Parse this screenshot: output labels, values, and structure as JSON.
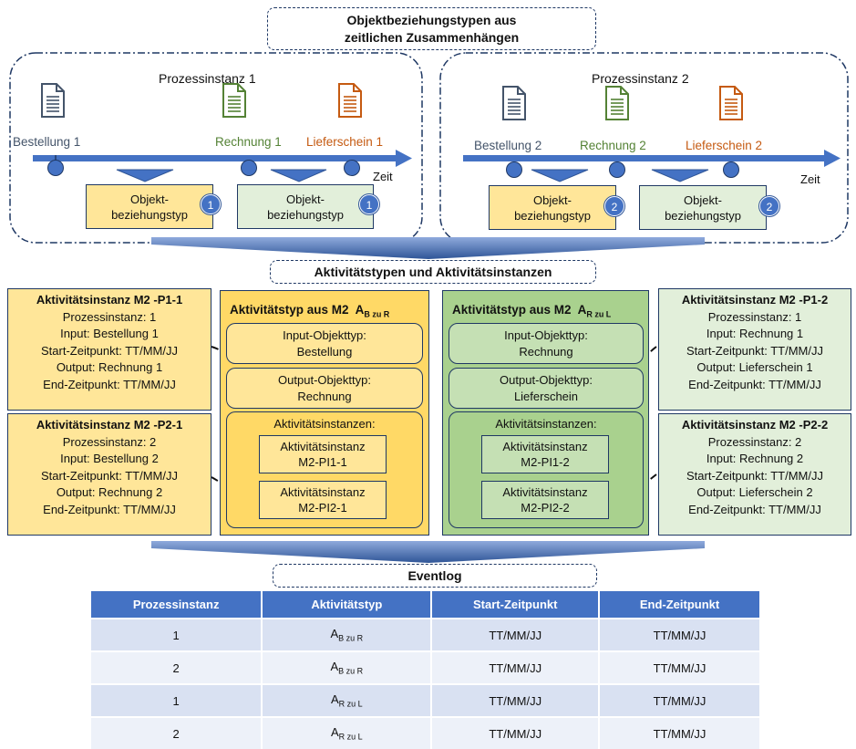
{
  "top_title": {
    "line1": "Objektbeziehungstypen aus",
    "line2": "zeitlichen Zusammenhängen"
  },
  "colors": {
    "blue": "#4472c4",
    "navy": "#1f3864",
    "doc_blue": "#44546a",
    "doc_green": "#548235",
    "doc_orange": "#c55a11",
    "yellow": "#ffe699",
    "green_light": "#e2efda",
    "green_mid": "#a9d18e"
  },
  "pi1": {
    "label": "Prozessinstanz 1",
    "doc1": "Bestellung 1",
    "doc2": "Rechnung 1",
    "doc3": "Lieferschein 1",
    "zeit": "Zeit",
    "box1": {
      "l1": "Objekt-",
      "l2": "beziehungstyp",
      "badge": "1"
    },
    "box2": {
      "l1": "Objekt-",
      "l2": "beziehungstyp",
      "badge": "1"
    }
  },
  "pi2": {
    "label": "Prozessinstanz 2",
    "doc1": "Bestellung 2",
    "doc2": "Rechnung 2",
    "doc3": "Lieferschein 2",
    "zeit": "Zeit",
    "box1": {
      "l1": "Objekt-",
      "l2": "beziehungstyp",
      "badge": "2"
    },
    "box2": {
      "l1": "Objekt-",
      "l2": "beziehungstyp",
      "badge": "2"
    }
  },
  "mid_title": "Aktivitätstypen und Aktivitätsinstanzen",
  "inst_left_1": {
    "title": "Aktivitätsinstanz M2 -P1-1",
    "l1": "Prozessinstanz: 1",
    "l2": "Input: Bestellung 1",
    "l3": "Start-Zeitpunkt: TT/MM/JJ",
    "l4": "Output: Rechnung 1",
    "l5": "End-Zeitpunkt: TT/MM/JJ"
  },
  "inst_left_2": {
    "title": "Aktivitätsinstanz M2 -P2-1",
    "l1": "Prozessinstanz: 2",
    "l2": "Input: Bestellung 2",
    "l3": "Start-Zeitpunkt: TT/MM/JJ",
    "l4": "Output: Rechnung 2",
    "l5": "End-Zeitpunkt: TT/MM/JJ"
  },
  "inst_right_1": {
    "title": "Aktivitätsinstanz M2 -P1-2",
    "l1": "Prozessinstanz: 1",
    "l2": "Input: Rechnung 1",
    "l3": "Start-Zeitpunkt: TT/MM/JJ",
    "l4": "Output: Lieferschein 1",
    "l5": "End-Zeitpunkt: TT/MM/JJ"
  },
  "inst_right_2": {
    "title": "Aktivitätsinstanz M2 -P2-2",
    "l1": "Prozessinstanz: 2",
    "l2": "Input: Rechnung 2",
    "l3": "Start-Zeitpunkt: TT/MM/JJ",
    "l4": "Output: Lieferschein 2",
    "l5": "End-Zeitpunkt: TT/MM/JJ"
  },
  "type_left": {
    "title": "Aktivitätstyp aus M2",
    "a": "A",
    "sub": "B zu R",
    "input_l1": "Input-Objekttyp:",
    "input_l2": "Bestellung",
    "output_l1": "Output-Objekttyp:",
    "output_l2": "Rechnung",
    "inst_label": "Aktivitätsinstanzen:",
    "i1_l1": "Aktivitätsinstanz",
    "i1_l2": "M2-PI1-1",
    "i2_l1": "Aktivitätsinstanz",
    "i2_l2": "M2-PI2-1"
  },
  "type_right": {
    "title": "Aktivitätstyp aus M2",
    "a": "A",
    "sub": "R zu L",
    "input_l1": "Input-Objekttyp:",
    "input_l2": "Rechnung",
    "output_l1": "Output-Objekttyp:",
    "output_l2": "Lieferschein",
    "inst_label": "Aktivitätsinstanzen:",
    "i1_l1": "Aktivitätsinstanz",
    "i1_l2": "M2-PI1-2",
    "i2_l1": "Aktivitätsinstanz",
    "i2_l2": "M2-PI2-2"
  },
  "eventlog_title": "Eventlog",
  "table": {
    "headers": [
      "Prozessinstanz",
      "Aktivitätstyp",
      "Start-Zeitpunkt",
      "End-Zeitpunkt"
    ],
    "rows": [
      {
        "pi": "1",
        "a": "A",
        "sub": "B zu R",
        "start": "TT/MM/JJ",
        "end": "TT/MM/JJ"
      },
      {
        "pi": "2",
        "a": "A",
        "sub": "B zu R",
        "start": "TT/MM/JJ",
        "end": "TT/MM/JJ"
      },
      {
        "pi": "1",
        "a": "A",
        "sub": "R zu L",
        "start": "TT/MM/JJ",
        "end": "TT/MM/JJ"
      },
      {
        "pi": "2",
        "a": "A",
        "sub": "R zu L",
        "start": "TT/MM/JJ",
        "end": "TT/MM/JJ"
      }
    ]
  }
}
